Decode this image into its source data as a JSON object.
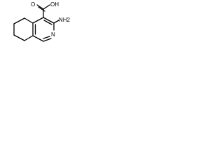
{
  "structure": {
    "labels": {
      "carboxyl_oh": "OH",
      "carbonyl_o": "O",
      "amine": "NH2",
      "ring_nitrogen": "N"
    }
  }
}
